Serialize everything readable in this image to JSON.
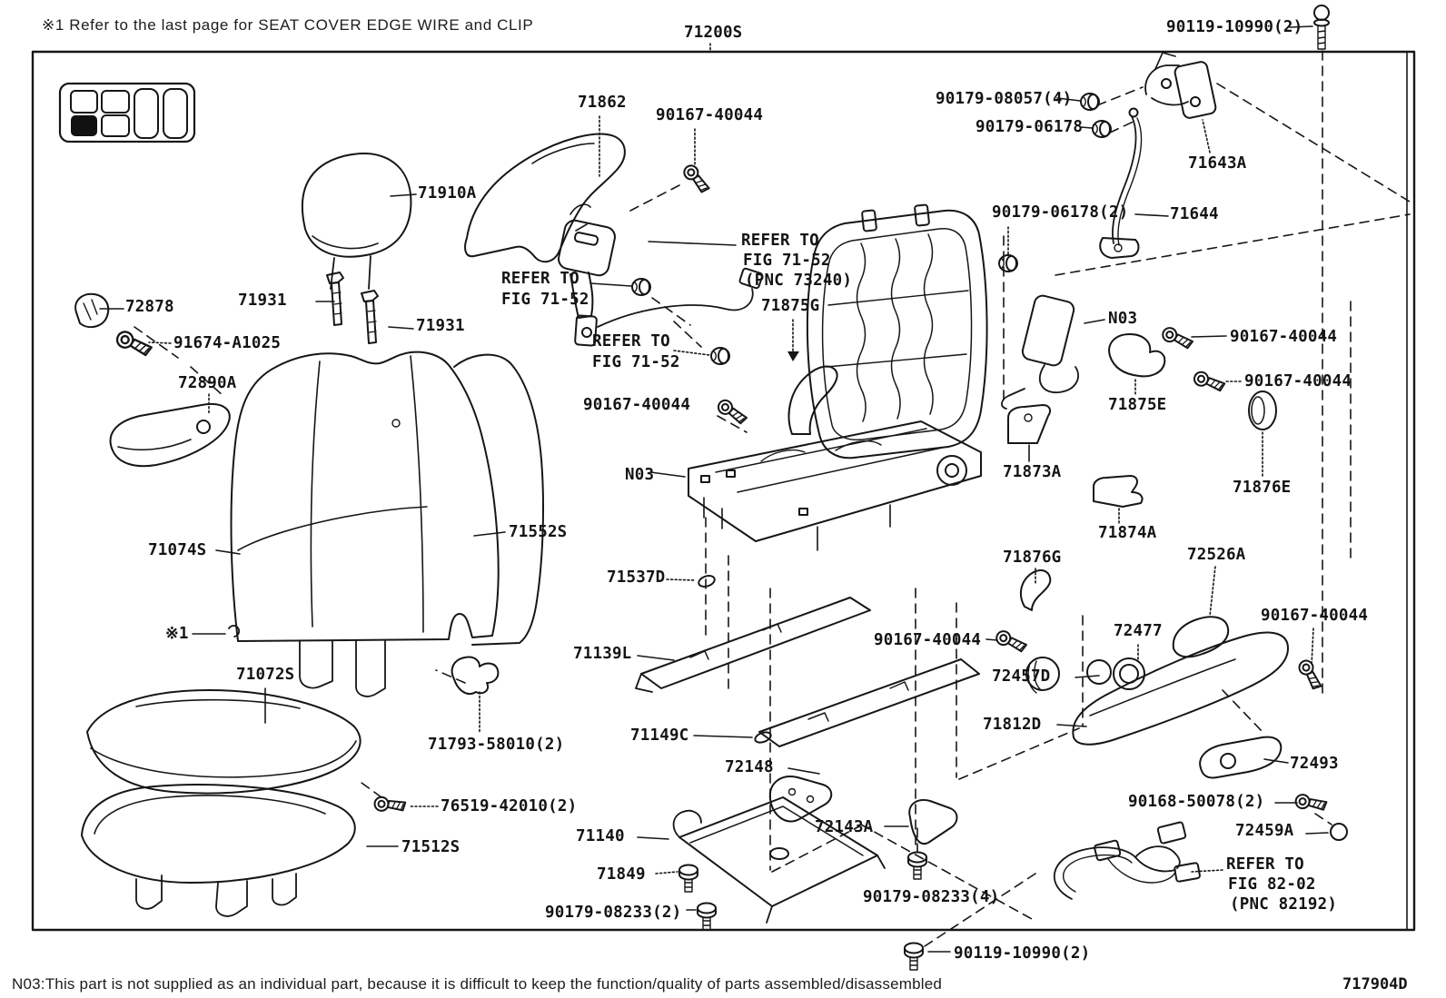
{
  "page": {
    "header_note": "※1 Refer to the last page for SEAT COVER EDGE WIRE and CLIP",
    "footer_note": "N03:This part is not supplied as an individual part, because it is difficult to keep the function/quality of parts assembled/disassembled",
    "figure_code": "717904D"
  },
  "callouts": {
    "assembly": "71200S",
    "p90119_10990": "90119-10990(2)",
    "p71862": "71862",
    "p90167_40044": "90167-40044",
    "p71910A": "71910A",
    "p90179_08057_4": "90179-08057(4)",
    "p90179_06178": "90179-06178",
    "p71643A": "71643A",
    "p90179_06178_2": "90179-06178(2)",
    "p71644": "71644",
    "p72878": "72878",
    "p71931": "71931",
    "p91674_A1025": "91674-A1025",
    "p72890A": "72890A",
    "refer_to": "REFER TO",
    "fig_71_52": "FIG 71-52",
    "pnc_73240": "(PNC 73240)",
    "p71875G": "71875G",
    "n03": "N03",
    "p71875E": "71875E",
    "p71873A": "71873A",
    "p71876E": "71876E",
    "p71874A": "71874A",
    "p71876G": "71876G",
    "p72526A": "72526A",
    "p71552S": "71552S",
    "p71074S": "71074S",
    "ref_mark_1": "※1",
    "p71537D": "71537D",
    "p71139L": "71139L",
    "p72457D": "72457D",
    "p72477": "72477",
    "p71812D": "71812D",
    "p71072S": "71072S",
    "p71793_58010_2": "71793-58010(2)",
    "p71149C": "71149C",
    "p72148": "72148",
    "p72143A": "72143A",
    "p71140": "71140",
    "p71849": "71849",
    "p90179_08233_2": "90179-08233(2)",
    "p90179_08233_4": "90179-08233(4)",
    "p76519_42010_2": "76519-42010(2)",
    "p71512S": "71512S",
    "p90168_50078_2": "90168-50078(2)",
    "p72493": "72493",
    "p72459A": "72459A",
    "fig_82_02": "FIG 82-02",
    "pnc_82192": "(PNC 82192)"
  }
}
